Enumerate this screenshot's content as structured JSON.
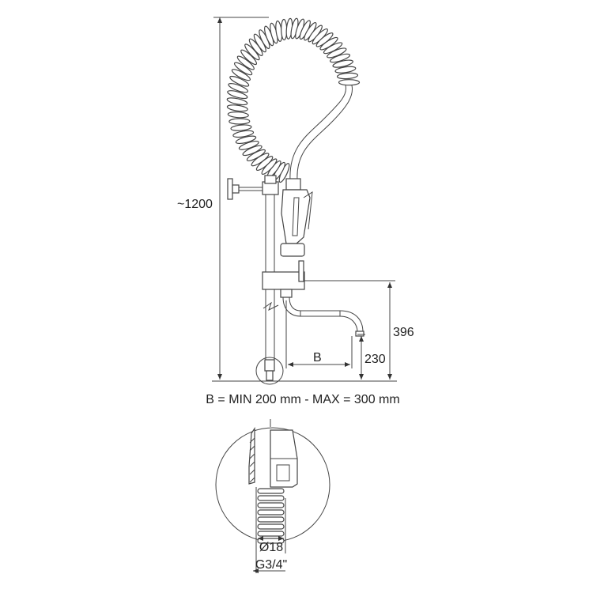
{
  "dimensions": {
    "total_height": "~1200",
    "spout_height": "396",
    "outlet_height": "230",
    "reach": "B"
  },
  "note": "B = MIN 200 mm - MAX = 300 mm",
  "detail": {
    "diameter": "Ø18",
    "thread": "G3/4\""
  }
}
